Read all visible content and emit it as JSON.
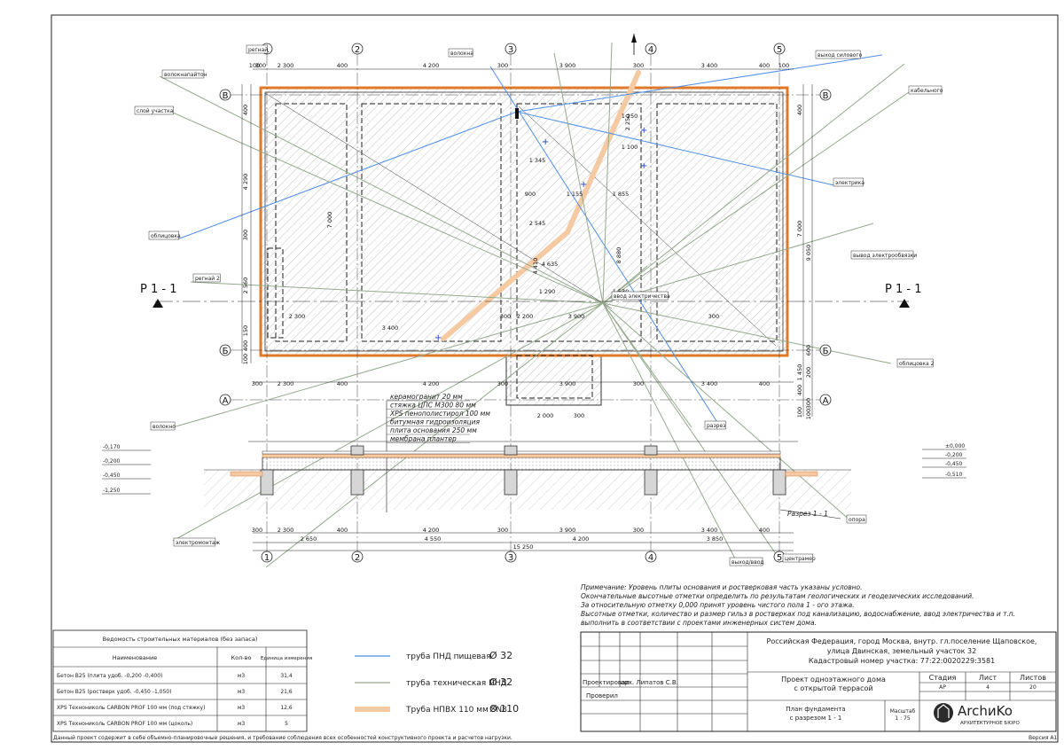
{
  "drawing": {
    "section_mark": "Р 1 - 1",
    "section_caption": "Разрез 1 - 1",
    "axes_cols": [
      "1",
      "2",
      "3",
      "4",
      "5"
    ],
    "axes_rows": [
      "В",
      "Б",
      "А"
    ],
    "dims_top": [
      "100",
      "300",
      "2 300",
      "400",
      "4 200",
      "300",
      "3 900",
      "300",
      "3 400",
      "400",
      "100"
    ],
    "dims_bottom_1": [
      "300",
      "2 300",
      "400",
      "4 200",
      "300",
      "3 900",
      "300",
      "3 400",
      "400"
    ],
    "dims_bottom_2": [
      "2 650",
      "4 550",
      "4 200",
      "3 850"
    ],
    "dims_total": "15 250",
    "dims_inner": [
      "2 300",
      "300",
      "3 900",
      "300",
      "3 400",
      "2 200",
      "2 000",
      "300",
      "900",
      "1 155",
      "1 855",
      "1 290",
      "1 530",
      "2 545",
      "4 635",
      "1 250",
      "1 100",
      "1 345"
    ],
    "dims_left": [
      "400",
      "4 290",
      "2 560",
      "150",
      "400",
      "100",
      "300"
    ],
    "dims_right": [
      "400",
      "7 000",
      "9 050",
      "1 450",
      "600",
      "200",
      "400",
      "300",
      "100",
      "100"
    ],
    "dims_vertical_inner": [
      "7 000",
      "4 410",
      "2 250",
      "8 880"
    ],
    "levels_left": [
      "-0,170",
      "-0,200",
      "-0,450",
      "-1,250"
    ],
    "levels_right": [
      "±0,000",
      "-0,200",
      "-0,450",
      "-0,510"
    ],
    "callouts": [
      "регнай",
      "волокнапайтон",
      "слой участка",
      "облицовка",
      "волокна",
      "выход силового",
      "кабельного",
      "электрика",
      "вывод электрообвязки",
      "ввод электричества",
      "регнай 2",
      "волокно",
      "облицовка 2",
      "разрез",
      "опора",
      "электромонтаж",
      "выход/ввод",
      "центрамер"
    ],
    "layers": [
      "керамогранит 20 мм",
      "стяжка ЦПС М300 80 мм",
      "XPS пенополистирол 100 мм",
      "битумная гидроизоляция",
      "плита основания 250 мм",
      "мембрана плантер"
    ]
  },
  "notes": [
    "Примечание: Уровень плиты основания и ростверковая часть указаны условно.",
    "Окончательные высотные отметки определить по результатам геологических и геодезических исследований.",
    "За относительную отметку 0,000 принят уровень чистого пола 1 - ого этажа.",
    "Высотные отметки, количество и размер гильз в ростверках под канализацию, водоснабжение, ввод электричества и т.п.",
    "выполнить в соответствии с проектами инженерных систем дома."
  ],
  "legend": [
    {
      "label": "труба ПНД пищевая",
      "size": "Ø 32",
      "color": "#4f8fe8"
    },
    {
      "label": "труба техническая ПНД",
      "size": "Ø 32",
      "color": "#93a98c"
    },
    {
      "label": "Труба НПВХ 110 мм SN8",
      "size": "Ø 110",
      "color": "#f5c9a1"
    }
  ],
  "materials": {
    "title": "Ведомость строительных материалов (без запаса)",
    "headers": [
      "Наименование",
      "Кол-во",
      "Единица измерения"
    ],
    "rows": [
      [
        "Бетон В25 (плита удоб. -0,200 -0,400)",
        "м3",
        "31,4"
      ],
      [
        "Бетон В25 (ростверк удоб. -0,450 -1,050)",
        "м3",
        "21,6"
      ],
      [
        "XPS Технониколь CARBON PROF 100 мм (под стяжку)",
        "м3",
        "12,6"
      ],
      [
        "XPS Технониколь CARBON PROF 100 мм (цоколь)",
        "м3",
        "5"
      ]
    ]
  },
  "title_block": {
    "address": [
      "Российская Федерация, город Москва, внутр. гл.поселение Щаповское,",
      "улица Двинская, земельный участок 32",
      "Кадастровый номер участка: 77:22:0020229:3581"
    ],
    "project": [
      "Проект одноэтажного дома",
      "с открытой террасой"
    ],
    "sheet_title": [
      "План фундамента",
      "с разрезом 1 - 1"
    ],
    "scale_label": "Масштаб",
    "scale_value": "1 : 75",
    "designed_label": "Проектировал",
    "designed_name": "арх. Липатов С.В.",
    "checked_label": "Проверил",
    "stage_label": "Стадия",
    "sheet_label": "Лист",
    "sheets_label": "Листов",
    "stage": "АР",
    "sheet": "4",
    "sheets": "20",
    "logo": "ArchиKo",
    "logo_sub": "АРХИТЕКТУРНОЕ БЮРО"
  },
  "footer": {
    "left": "Данный проект содержит в себе объемно-планировочные решения, и требование соблюдения всех особенностей конструктивного проекта и расчетов нагрузки.",
    "right": "Версия А1"
  }
}
